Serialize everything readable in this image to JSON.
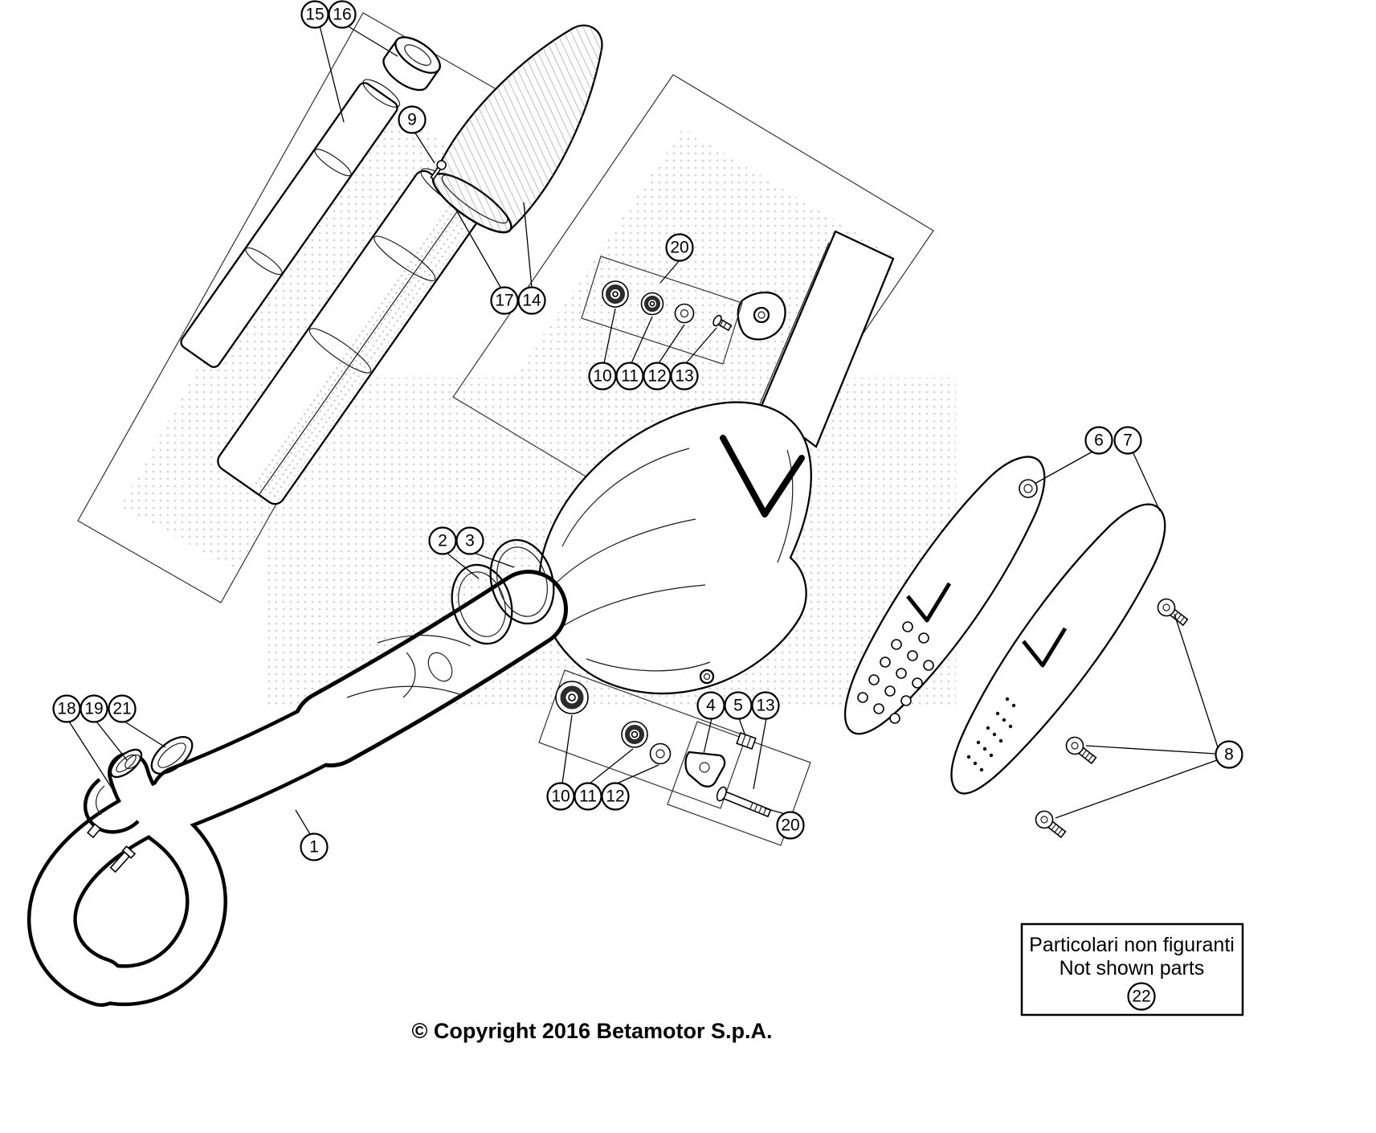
{
  "colors": {
    "line": "#000000",
    "background": "#ffffff"
  },
  "callouts": [
    {
      "label": "15"
    },
    {
      "label": "16"
    },
    {
      "label": "9"
    },
    {
      "label": "17"
    },
    {
      "label": "14"
    },
    {
      "label": "20"
    },
    {
      "label": "10"
    },
    {
      "label": "11"
    },
    {
      "label": "12"
    },
    {
      "label": "13"
    },
    {
      "label": "6"
    },
    {
      "label": "7"
    },
    {
      "label": "2"
    },
    {
      "label": "3"
    },
    {
      "label": "18"
    },
    {
      "label": "19"
    },
    {
      "label": "21"
    },
    {
      "label": "4"
    },
    {
      "label": "5"
    },
    {
      "label": "13"
    },
    {
      "label": "10"
    },
    {
      "label": "11"
    },
    {
      "label": "12"
    },
    {
      "label": "20"
    },
    {
      "label": "8"
    },
    {
      "label": "1"
    }
  ],
  "not_shown": {
    "line1": "Particolari non figuranti",
    "line2": "Not shown parts",
    "callout_label": "22"
  },
  "footer": {
    "copyright": "© Copyright 2016 Betamotor S.p.A."
  }
}
